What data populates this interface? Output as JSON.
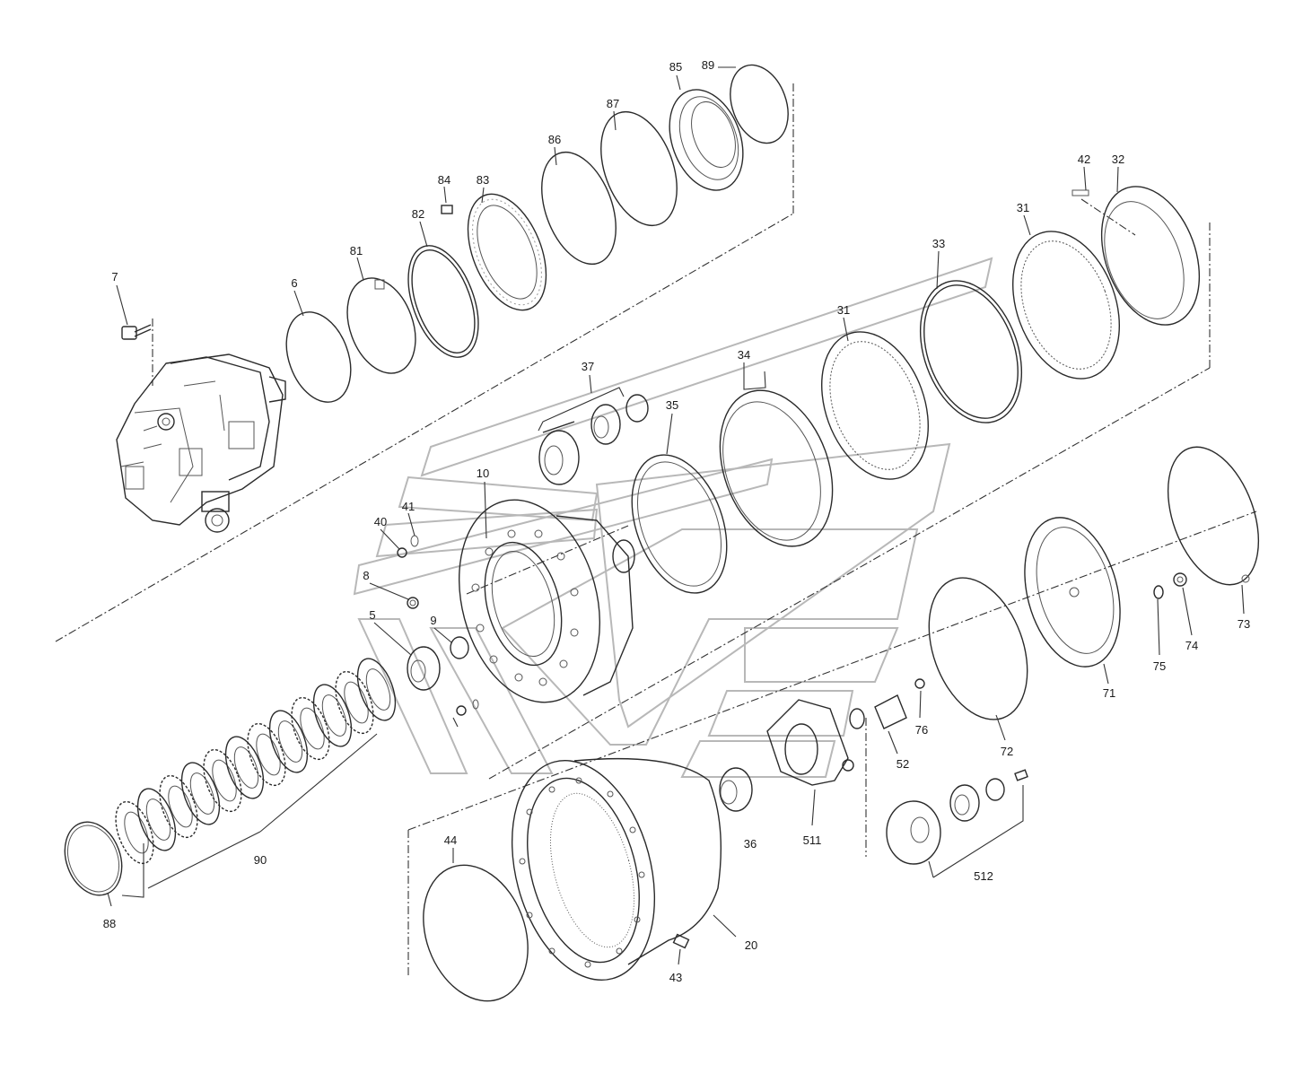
{
  "diagram": {
    "labels": [
      "7",
      "6",
      "81",
      "82",
      "84",
      "83",
      "86",
      "87",
      "85",
      "89",
      "42",
      "32",
      "31",
      "33",
      "31",
      "34",
      "37",
      "35",
      "10",
      "40",
      "41",
      "8",
      "5",
      "9",
      "71",
      "72",
      "73",
      "74",
      "75",
      "76",
      "52",
      "511",
      "36",
      "512",
      "20",
      "43",
      "44",
      "90",
      "88"
    ]
  }
}
